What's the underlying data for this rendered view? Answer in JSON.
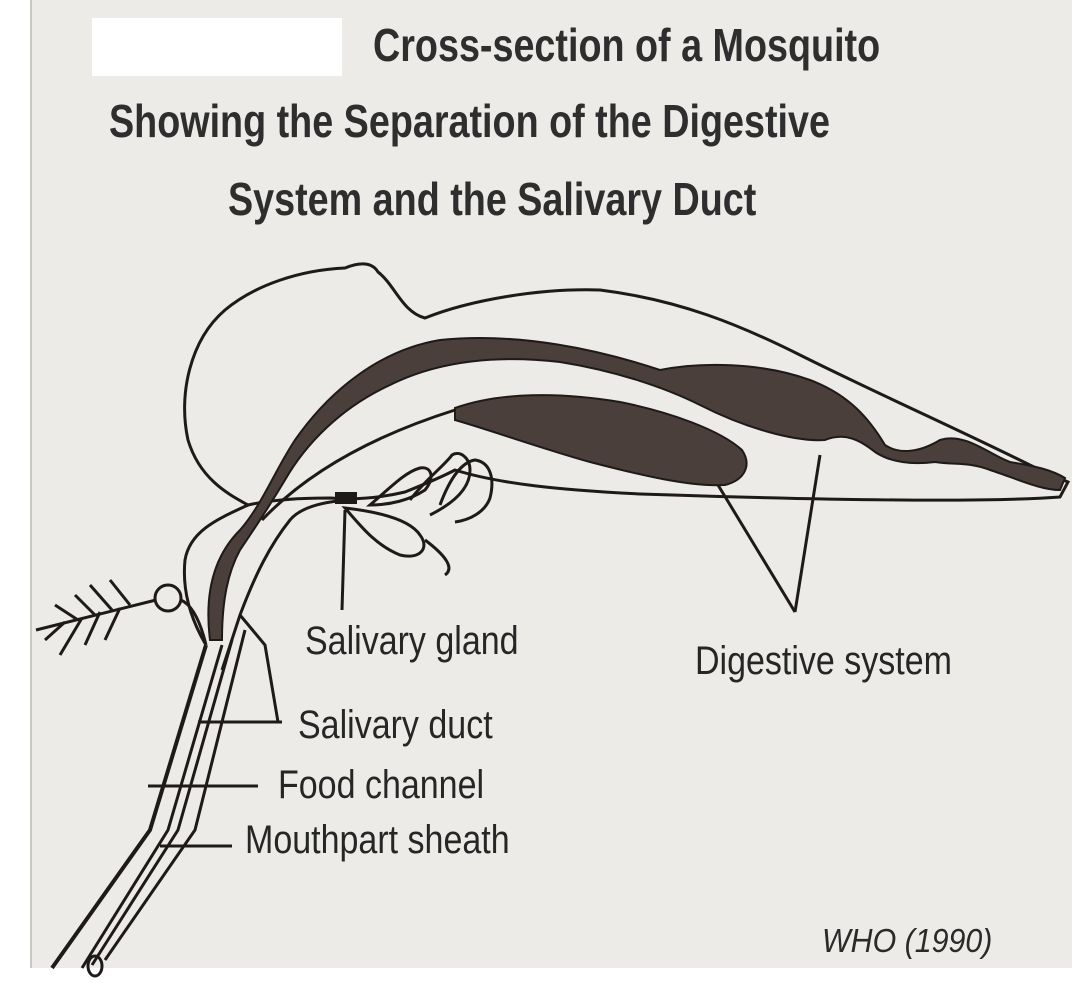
{
  "title": {
    "line1": "Cross-section of a Mosquito",
    "line2": "Showing the Separation of the Digestive",
    "line3": "System and the Salivary Duct"
  },
  "labels": {
    "salivary_gland": "Salivary gland",
    "digestive_system": "Digestive system",
    "salivary_duct": "Salivary duct",
    "food_channel": "Food channel",
    "mouthpart_sheath": "Mouthpart sheath"
  },
  "credit": "WHO (1990)",
  "colors": {
    "ink": "#1e1a18",
    "shading": "#4a3f3a",
    "paper": "#ecebe8"
  }
}
